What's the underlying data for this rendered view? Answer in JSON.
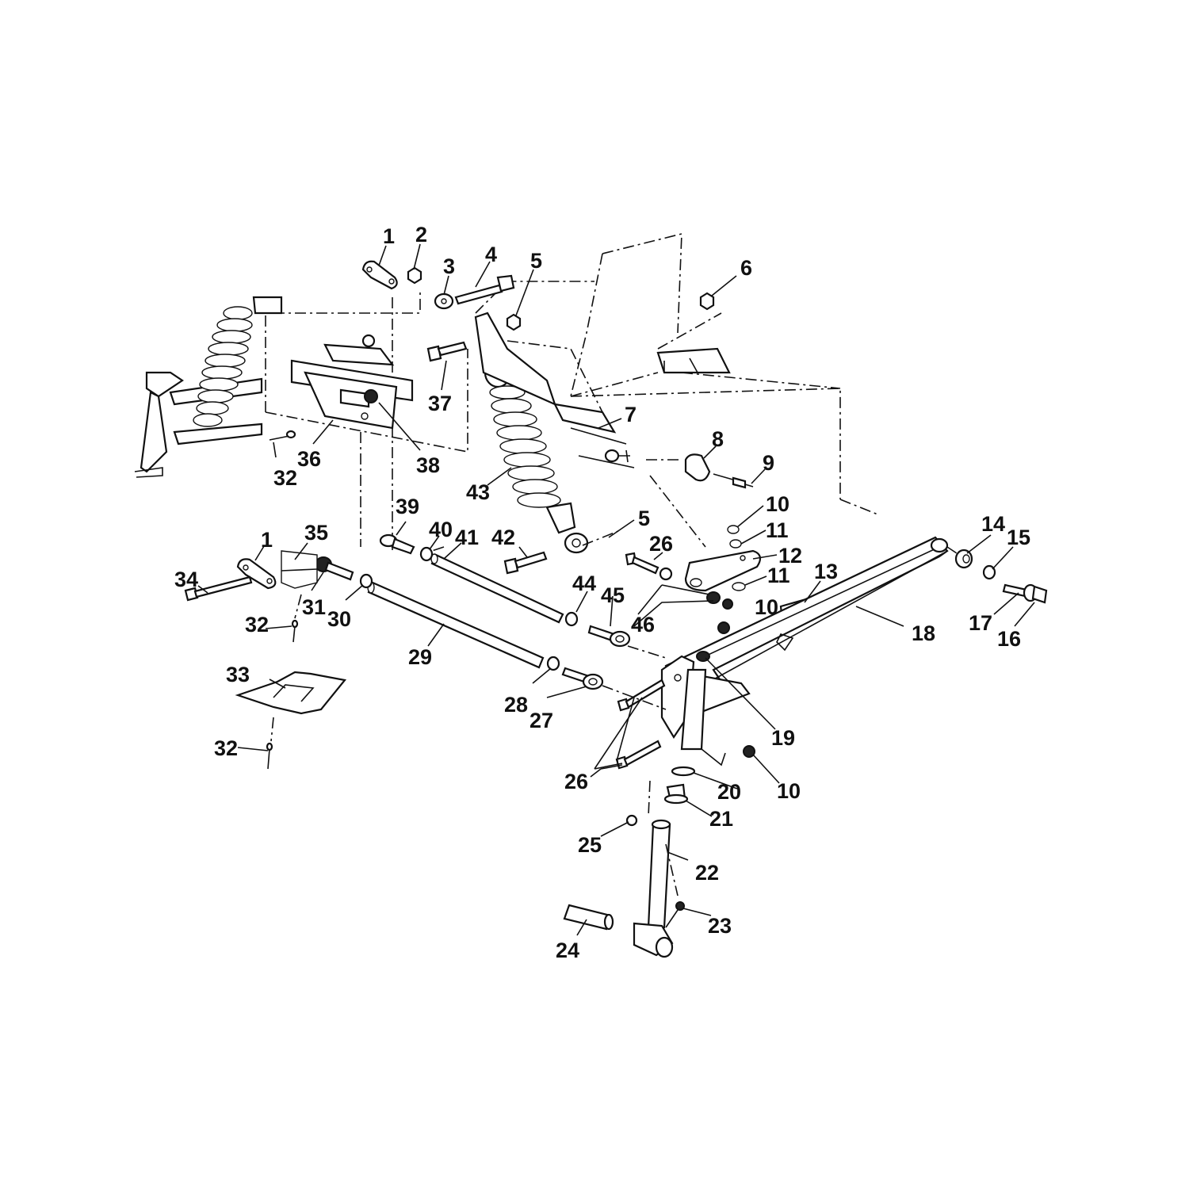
{
  "labels": {
    "p1": "1",
    "p2": "2",
    "p3": "3",
    "p4": "4",
    "p5a": "5",
    "p5b": "5",
    "p6": "6",
    "p7": "7",
    "p8": "8",
    "p9": "9",
    "p10a": "10",
    "p10b": "10",
    "p10c": "10",
    "p11a": "11",
    "p11b": "11",
    "p12": "12",
    "p13": "13",
    "p14": "14",
    "p15": "15",
    "p16": "16",
    "p17": "17",
    "p18": "18",
    "p19": "19",
    "p20": "20",
    "p21": "21",
    "p22": "22",
    "p23": "23",
    "p24": "24",
    "p25": "25",
    "p26a": "26",
    "p26b": "26",
    "p27": "27",
    "p28": "28",
    "p29": "29",
    "p30": "30",
    "p31": "31",
    "p32a": "32",
    "p32b": "32",
    "p32c": "32",
    "p33": "33",
    "p34": "34",
    "p35": "35",
    "p36": "36",
    "p37": "37",
    "p38": "38",
    "p39": "39",
    "p40": "40",
    "p41": "41",
    "p42": "42",
    "p43": "43",
    "p44": "44",
    "p45": "45",
    "p46": "46",
    "p1b": "1"
  }
}
